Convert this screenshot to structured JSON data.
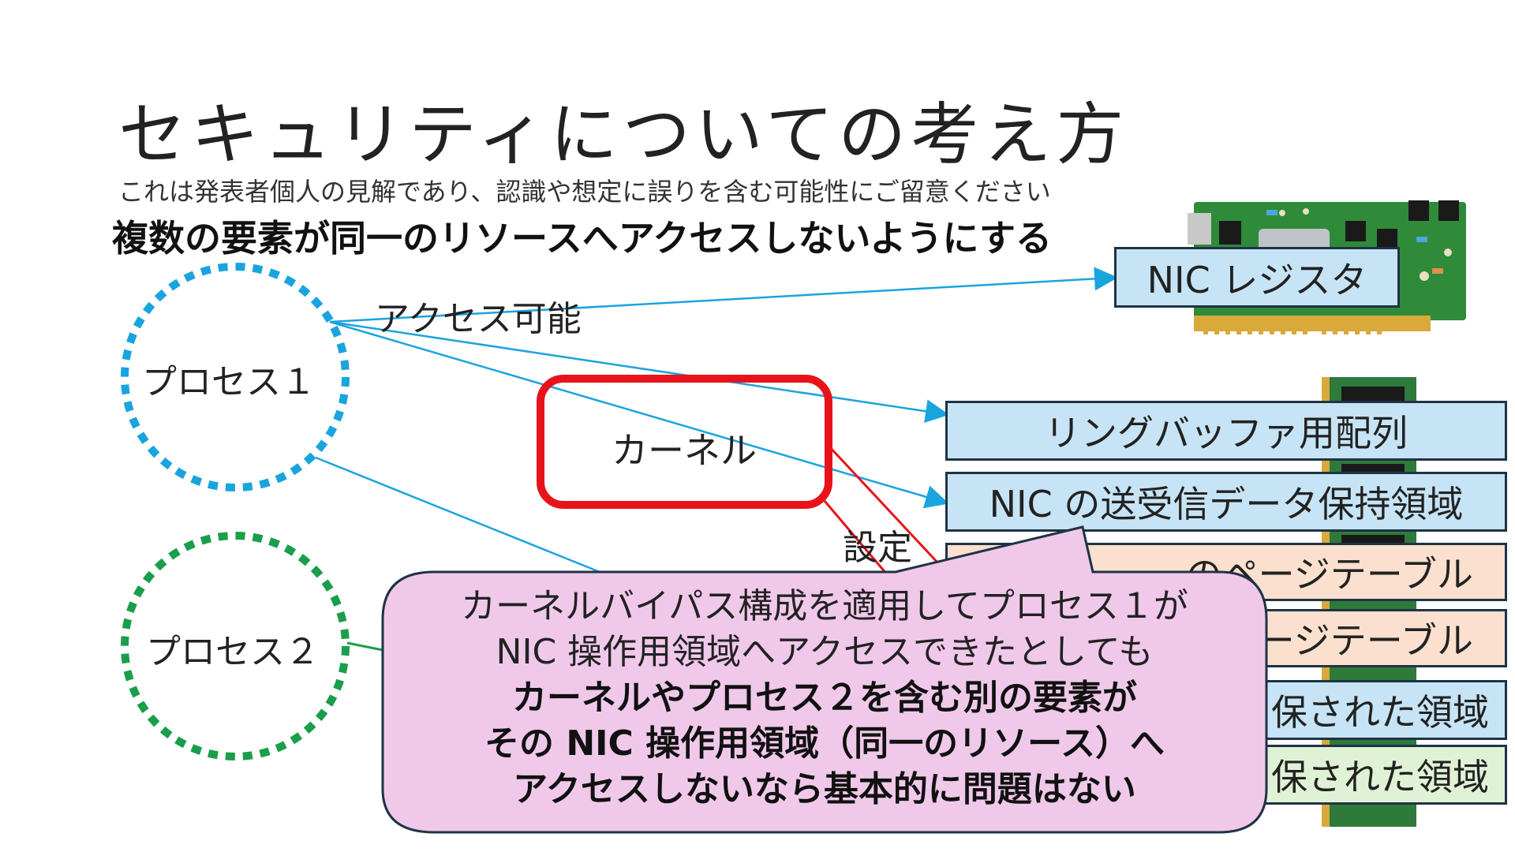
{
  "slide": {
    "title": "セキュリティについての考え方",
    "subtitle": "これは発表者個人の見解であり、認識や想定に誤りを含む可能性にご留意ください",
    "heading": "複数の要素が同一のリソースへアクセスしないようにする"
  },
  "processes": {
    "p1": {
      "label": "プロセス１",
      "color": "#1aa4de"
    },
    "p2": {
      "label": "プロセス２",
      "color": "#1a9e4b"
    }
  },
  "kernel": {
    "label": "カーネル",
    "color": "#e8131a"
  },
  "edges": {
    "access": "アクセス可能",
    "setting": "設定"
  },
  "nic_register": {
    "label": "NIC レジスタ",
    "icon": "nic-card-icon"
  },
  "regions": [
    {
      "label": "リングバッファ用配列",
      "color": "#c6e4f5"
    },
    {
      "label": "NIC の送受信データ保持領域",
      "color": "#c6e4f5"
    },
    {
      "label": "のページテーブル",
      "color": "#fbe0cf"
    },
    {
      "label": "ージテーブル",
      "color": "#fbe0cf"
    },
    {
      "label": "保された領域",
      "color": "#e0f2d6"
    },
    {
      "label": "保された領域",
      "color": "#e0f2d6"
    }
  ],
  "memory_icon": "memory-module-icon",
  "callout": {
    "line1": "カーネルバイパス構成を適用してプロセス１が",
    "line2": "NIC 操作用領域へアクセスできたとしても",
    "line3": "カーネルやプロセス２を含む別の要素が",
    "line4": "その NIC 操作用領域（同一のリソース）へ",
    "line5": "アクセスしないなら基本的に問題はない",
    "fill": "#f0c9ea"
  }
}
